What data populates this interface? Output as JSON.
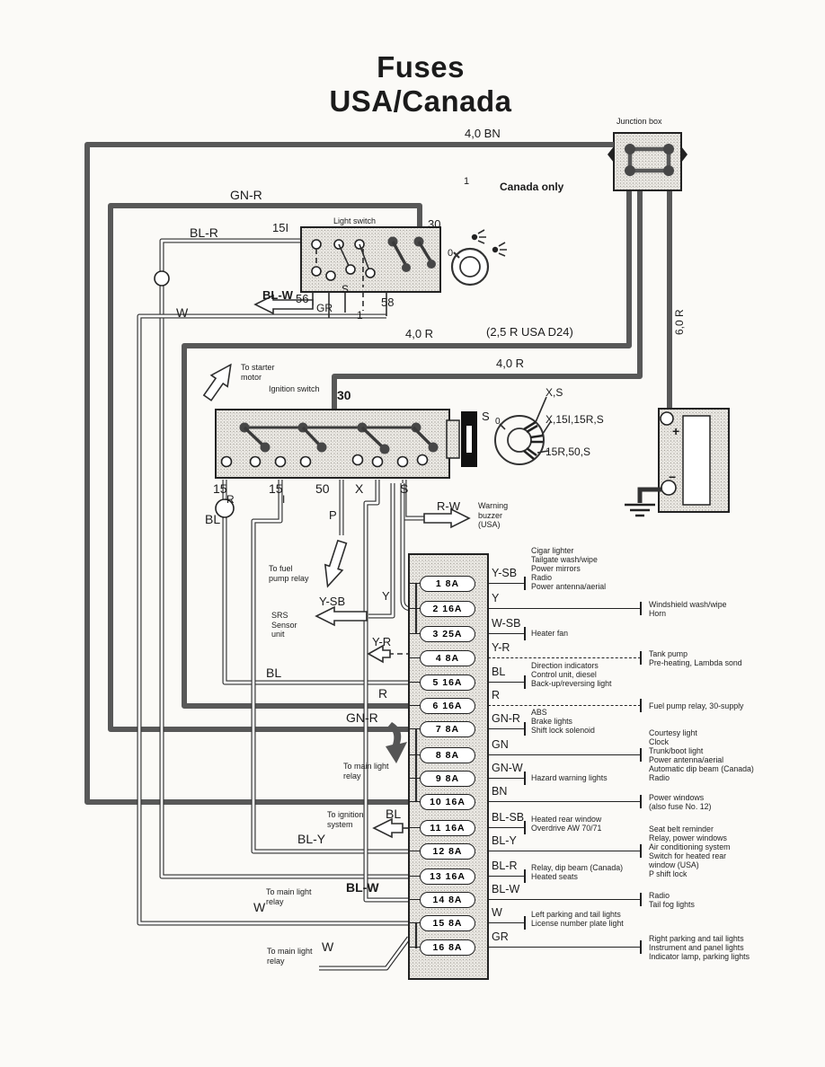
{
  "title": {
    "line1": "Fuses",
    "line2": "USA/Canada"
  },
  "top": {
    "junction_box": "Junction box",
    "wire_4_0_bn": "4,0 BN",
    "ref_1": "1",
    "canada_only": "Canada only",
    "wire_gn_r": "GN-R",
    "wire_6_0_r": "6,0 R"
  },
  "light_switch": {
    "title": "Light switch",
    "wire_bl_r": "BL-R",
    "term_15i": "15I",
    "term_30": "30",
    "wire_bl_w": "BL-W",
    "term_56": "56",
    "term_gr": "GR",
    "term_s": "S",
    "term_1": "1",
    "term_58": "58",
    "knob_zero": "0",
    "wire_w": "W"
  },
  "mid": {
    "wire_4_0_r_a": "4,0 R",
    "usa_d24": "(2,5 R USA D24)",
    "wire_4_0_r_b": "4,0 R"
  },
  "ignition_switch": {
    "title": "Ignition switch",
    "to_starter": "To starter\nmotor",
    "term_30": "30",
    "term_15a": "15",
    "term_15a_sub": "R",
    "term_15b": "15",
    "term_15b_sub": "I",
    "term_50": "50",
    "term_x": "X",
    "term_s": "S",
    "node_bl": "BL",
    "wire_p": "P",
    "wire_r_w": "R-W",
    "warning_buzzer": "Warning\nbuzzer\n(USA)"
  },
  "key_switch": {
    "term_s": "S",
    "pos_0": "0",
    "pos_1": "X,S",
    "pos_2": "X,15I,15R,S",
    "pos_3": "15R,50,S"
  },
  "battery": {
    "plus": "+",
    "minus": "−"
  },
  "left_labels": {
    "to_fuel_pump": "To fuel\npump relay",
    "srs": "SRS\nSensor\nunit",
    "wire_y_sb": "Y-SB",
    "wire_y": "Y",
    "wire_y_r": "Y-R",
    "wire_bl": "BL",
    "wire_r": "R",
    "wire_gn_r": "GN-R",
    "to_main_light_1": "To main light\nrelay",
    "to_ignition": "To ignition\nsystem",
    "wire_bl_out": "BL",
    "wire_bl_y": "BL-Y",
    "to_main_light_2": "To main light\nrelay",
    "wire_bl_w": "BL-W",
    "wire_w_long": "W",
    "to_main_light_3": "To main light\nrelay",
    "wire_w_bottom": "W"
  },
  "fuses": [
    {
      "n": "1",
      "label": "1 8A",
      "code": "Y-SB",
      "side": "near",
      "dashed": false,
      "desc": "Cigar lighter\nTailgate wash/wipe\nPower mirrors\nRadio\nPower antenna/aerial"
    },
    {
      "n": "2",
      "label": "2 16A",
      "code": "Y",
      "side": "far",
      "dashed": false,
      "desc": "Windshield wash/wipe\nHorn"
    },
    {
      "n": "3",
      "label": "3 25A",
      "code": "W-SB",
      "side": "near",
      "dashed": false,
      "desc": "Heater fan"
    },
    {
      "n": "4",
      "label": "4 8A",
      "code": "Y-R",
      "side": "far",
      "dashed": true,
      "desc": "Tank pump\nPre-heating, Lambda sond"
    },
    {
      "n": "5",
      "label": "5 16A",
      "code": "BL",
      "side": "near",
      "dashed": false,
      "desc": "Direction indicators\nControl unit, diesel\nBack-up/reversing light"
    },
    {
      "n": "6",
      "label": "6 16A",
      "code": "R",
      "side": "far",
      "dashed": true,
      "desc": "Fuel pump relay, 30-supply"
    },
    {
      "n": "7",
      "label": "7 8A",
      "code": "GN-R",
      "side": "near",
      "dashed": false,
      "desc": "ABS\nBrake lights\nShift lock solenoid"
    },
    {
      "n": "8",
      "label": "8 8A",
      "code": "GN",
      "side": "far",
      "dashed": false,
      "desc": "Courtesy light\nClock\nTrunk/boot light\nPower antenna/aerial\nAutomatic dip beam (Canada)\nRadio"
    },
    {
      "n": "9",
      "label": "9 8A",
      "code": "GN-W",
      "side": "near",
      "dashed": false,
      "desc": "Hazard warning lights"
    },
    {
      "n": "10",
      "label": "10 16A",
      "code": "BN",
      "side": "far",
      "dashed": false,
      "desc": "Power windows\n(also fuse No. 12)"
    },
    {
      "n": "11",
      "label": "11 16A",
      "code": "BL-SB",
      "side": "near",
      "dashed": false,
      "desc": "Heated rear window\nOverdrive AW 70/71"
    },
    {
      "n": "12",
      "label": "12 8A",
      "code": "BL-Y",
      "side": "far",
      "dashed": false,
      "desc": "Seat belt reminder\nRelay, power windows\nAir conditioning system\nSwitch for heated rear\nwindow (USA)\nP shift lock"
    },
    {
      "n": "13",
      "label": "13 16A",
      "code": "BL-R",
      "side": "near",
      "dashed": false,
      "desc": "Relay, dip beam (Canada)\nHeated seats"
    },
    {
      "n": "14",
      "label": "14 8A",
      "code": "BL-W",
      "side": "far",
      "dashed": false,
      "desc": "Radio\nTail fog lights"
    },
    {
      "n": "15",
      "label": "15 8A",
      "code": "W",
      "side": "near",
      "dashed": false,
      "desc": "Left parking and tail lights\nLicense number plate light"
    },
    {
      "n": "16",
      "label": "16 8A",
      "code": "GR",
      "side": "far",
      "dashed": false,
      "desc": "Right parking and tail lights\nInstrument and panel lights\nIndicator lamp, parking lights"
    }
  ]
}
